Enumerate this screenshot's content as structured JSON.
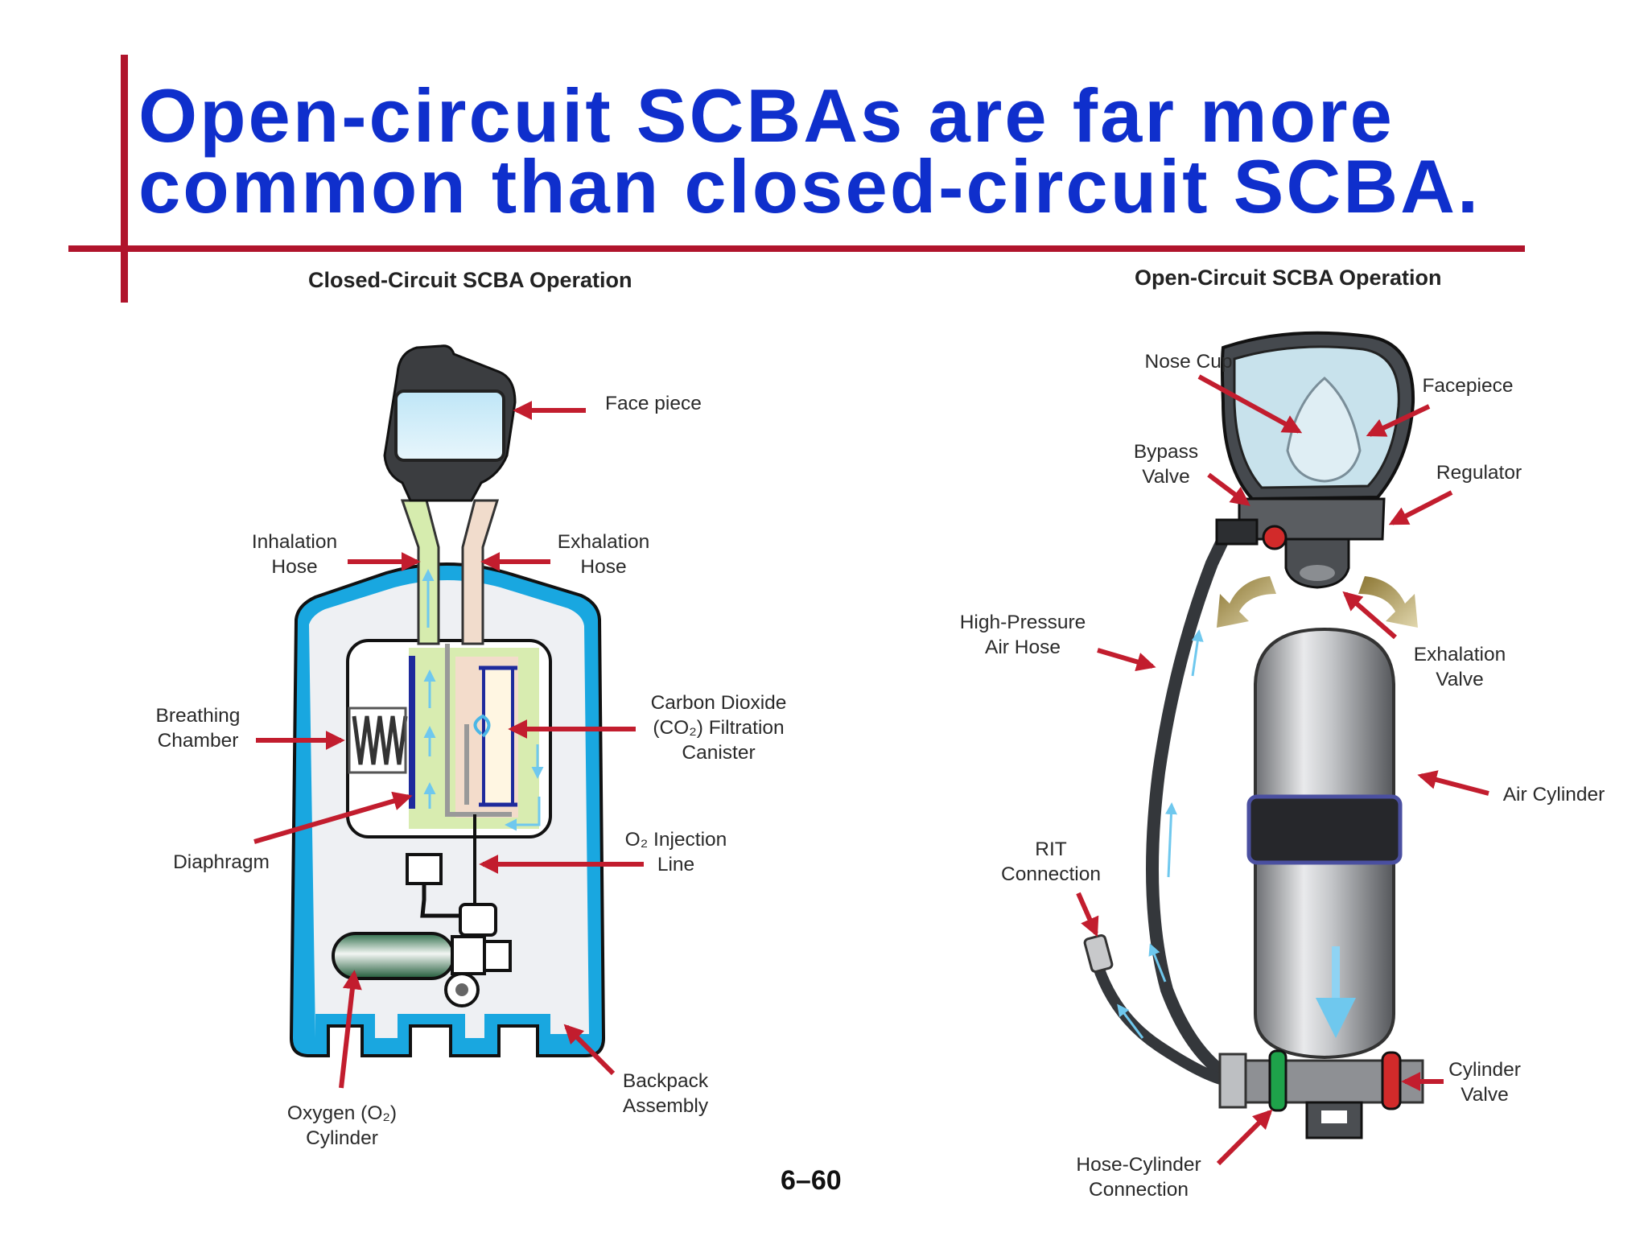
{
  "slide": {
    "title_line1": "Open-circuit SCBAs are far more",
    "title_line2": "common than closed-circuit SCBA.",
    "page_number": "6–60",
    "accent_color": "#b0142c",
    "title_color": "#0f2fcc"
  },
  "closed_circuit": {
    "heading": "Closed-Circuit SCBA Operation",
    "labels": {
      "face_piece": "Face piece",
      "inhalation_hose_1": "Inhalation",
      "inhalation_hose_2": "Hose",
      "exhalation_hose_1": "Exhalation",
      "exhalation_hose_2": "Hose",
      "breathing_chamber_1": "Breathing",
      "breathing_chamber_2": "Chamber",
      "co2_canister_1": "Carbon Dioxide",
      "co2_canister_2": "(CO₂) Filtration",
      "co2_canister_3": "Canister",
      "o2_line_1": "O₂ Injection",
      "o2_line_2": "Line",
      "diaphragm": "Diaphragm",
      "backpack_1": "Backpack",
      "backpack_2": "Assembly",
      "oxygen_cyl_1": "Oxygen (O₂)",
      "oxygen_cyl_2": "Cylinder"
    }
  },
  "open_circuit": {
    "heading": "Open-Circuit SCBA Operation",
    "labels": {
      "nose_cup": "Nose Cup",
      "facepiece": "Facepiece",
      "bypass_1": "Bypass",
      "bypass_2": "Valve",
      "regulator": "Regulator",
      "hp_hose_1": "High-Pressure",
      "hp_hose_2": "Air Hose",
      "exhalation_valve_1": "Exhalation",
      "exhalation_valve_2": "Valve",
      "air_cylinder": "Air Cylinder",
      "rit_1": "RIT",
      "rit_2": "Connection",
      "cylinder_valve_1": "Cylinder",
      "cylinder_valve_2": "Valve",
      "hose_cyl_1": "Hose-Cylinder",
      "hose_cyl_2": "Connection"
    }
  }
}
